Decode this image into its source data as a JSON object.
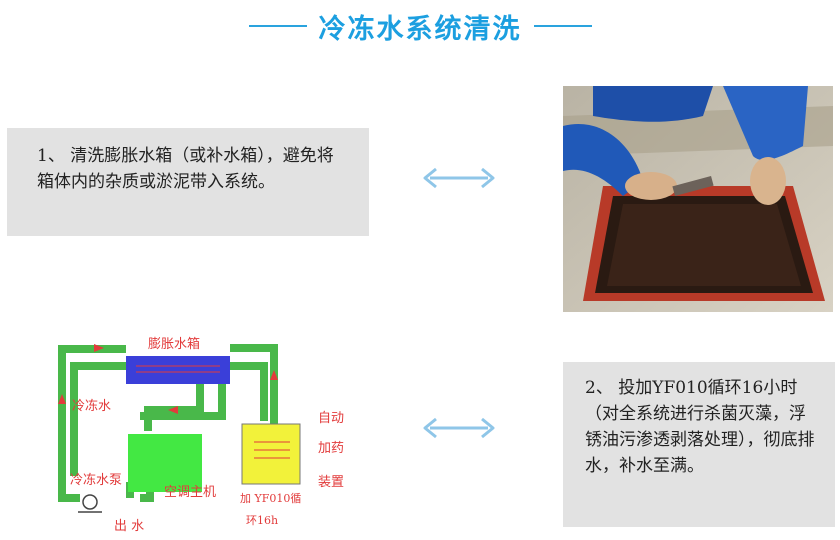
{
  "header": {
    "title": "冷冻水系统清洗"
  },
  "step1": {
    "text": "1、 清洗膨胀水箱（或补水箱），避免将箱体内的杂质或淤泥带入系统。"
  },
  "step2": {
    "text": "2、 投加YF010循环16小时（对全系统进行杀菌灭藻，浮锈油污渗透剥落处理），彻底排水，补水至满。"
  },
  "diagram": {
    "expansion_tank": "膨胀水箱",
    "chilled_water": "冷冻水",
    "chilled_pump": "冷冻水泵",
    "ac_host": "空调主机",
    "outlet": "出 水",
    "auto_dosing_1": "自动",
    "auto_dosing_2": "加药",
    "auto_dosing_3": "装置",
    "dosing_note_1": "加 YF010循",
    "dosing_note_2": "环16h"
  },
  "colors": {
    "accent": "#1c9fe0",
    "pipe": "#49b84a",
    "tank_blue": "#3a3fd9",
    "host_green": "#43e843",
    "dosing_yellow": "#f2f23a",
    "label_red": "#e23b3b"
  }
}
